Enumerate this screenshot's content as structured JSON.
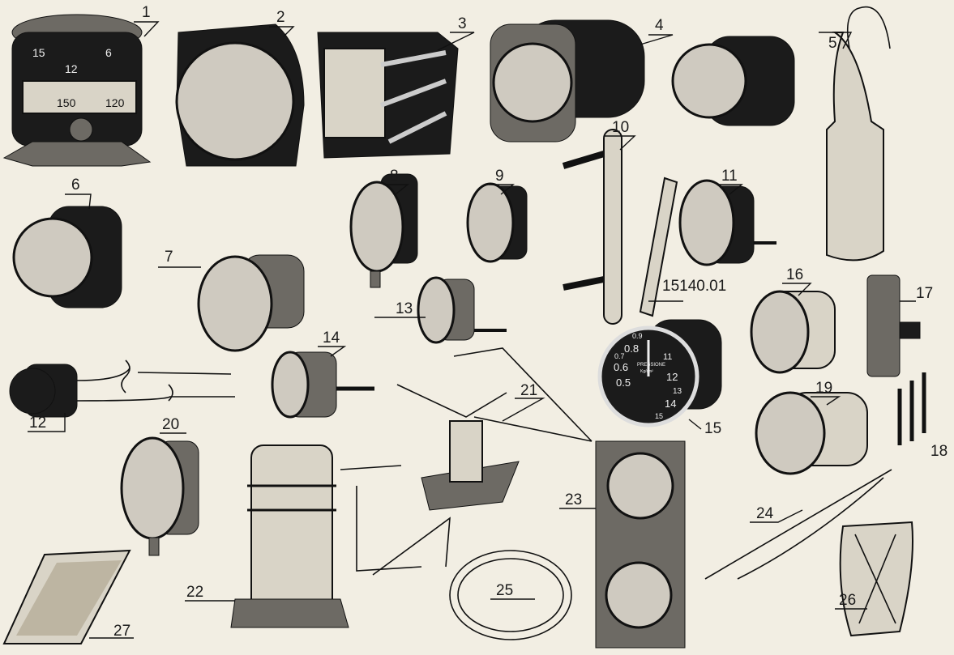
{
  "labels": {
    "n1": "1",
    "n2": "2",
    "n3": "3",
    "n4": "4",
    "n5": "5",
    "n6": "6",
    "n7": "7",
    "n8": "8",
    "n9": "9",
    "n10": "10",
    "n11": "11",
    "n12": "12",
    "n13": "13",
    "n14": "14",
    "n15": "15",
    "n16": "16",
    "n17": "17",
    "n18": "18",
    "n19": "19",
    "n20": "20",
    "n21": "21",
    "n22": "22",
    "n23": "23",
    "n24": "24",
    "n25": "25",
    "n26": "26",
    "n27": "27",
    "ref": "15140.01"
  },
  "gauge15": {
    "title": "PRESSIONE",
    "unit": "Kg/cm²",
    "scale": [
      "0.5",
      "0.6",
      "0.7",
      "0.8",
      "0.9",
      "11",
      "12",
      "13",
      "14",
      "15"
    ]
  },
  "compass1": {
    "scale": [
      "15",
      "12",
      "6",
      "150",
      "120"
    ]
  },
  "colors": {
    "paper": "#f2eee3",
    "ink": "#111111"
  }
}
